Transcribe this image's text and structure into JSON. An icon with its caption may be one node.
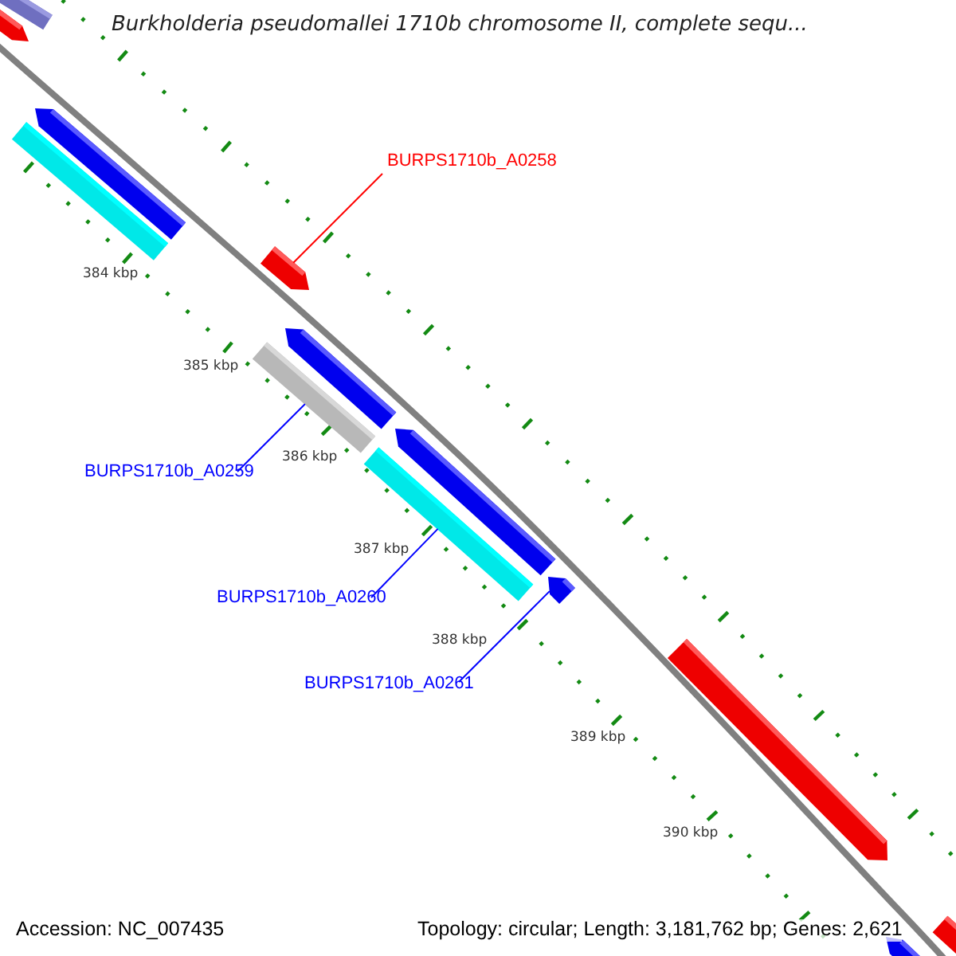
{
  "diagram": {
    "title": "Burkholderia pseudomallei 1710b chromosome II, complete sequ...",
    "nodes": [
      {
        "text": [
          "BURPS1710b_A0258"
        ]
      },
      {
        "text": [
          "BURPS1710b_A0259"
        ]
      },
      {
        "text": [
          "BURPS1710b_A0260"
        ]
      },
      {
        "text": [
          "BURPS1710b_A0261"
        ]
      },
      {
        "text": [],
        "shape": "bar"
      },
      {
        "text": [],
        "shape": "bar"
      },
      {
        "text": [],
        "shape": "bar"
      },
      {
        "text": [],
        "shape": "bar"
      },
      {
        "text": [],
        "shape": "bar"
      },
      {
        "text": [],
        "shape": "bar"
      },
      {
        "text": [],
        "shape": "bar"
      },
      {
        "text": [],
        "shape": "bar"
      },
      {
        "text": [],
        "shape": "bar"
      },
      {
        "text": [],
        "shape": "bar"
      },
      {
        "text": [],
        "shape": "bar"
      },
      {
        "text": [],
        "shape": "bar"
      },
      {
        "text": [],
        "shape": "bar"
      }
    ],
    "edges": [
      {
        "from": 0,
        "to": 8,
        "arrow": "none",
        "color": "#ff0000"
      },
      {
        "from": 1,
        "to": 9,
        "arrow": "none"
      },
      {
        "from": 2,
        "to": 12,
        "arrow": "none"
      },
      {
        "from": 3,
        "to": 13,
        "arrow": "none"
      }
    ],
    "labels": [
      "384 kbp",
      "385 kbp",
      "386 kbp",
      "387 kbp",
      "388 kbp",
      "389 kbp",
      "390 kbp",
      "Accession: NC_007435",
      "Topology: circular; Length: 3,181,762 bp; Genes: 2,621"
    ]
  }
}
